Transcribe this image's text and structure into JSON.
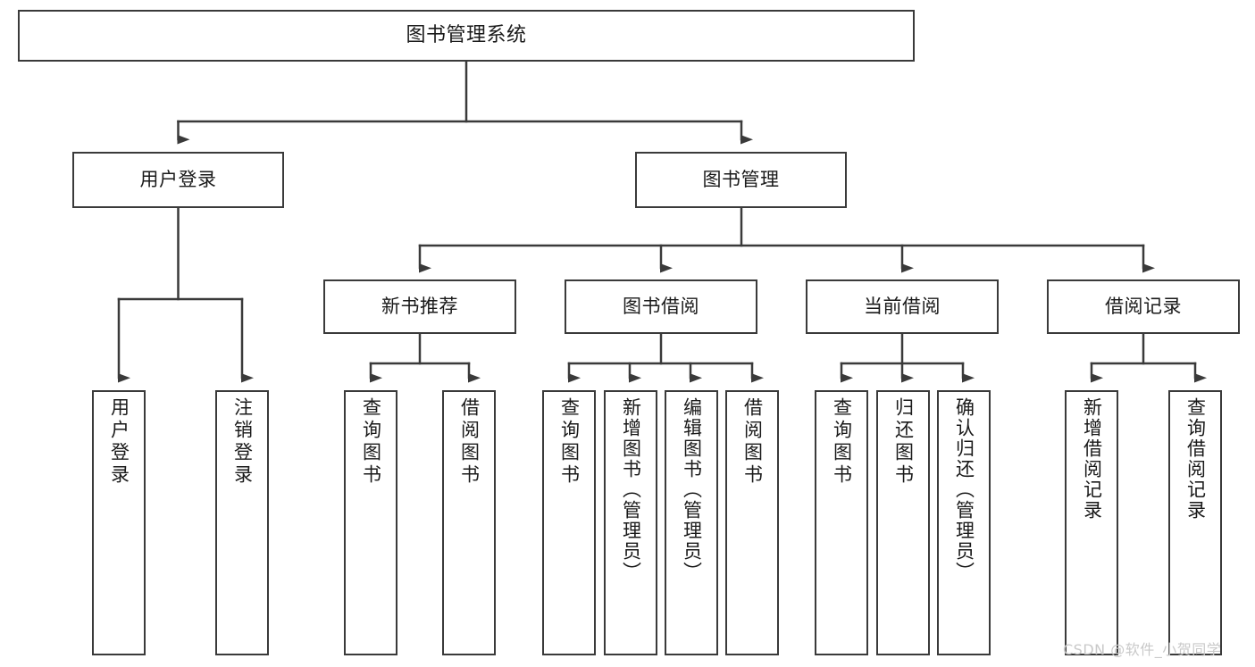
{
  "diagram": {
    "title": "图书管理系统",
    "type": "tree",
    "line_color": "#3a3a3a",
    "background_color": "#ffffff",
    "text_color": "#1a1a1a"
  },
  "watermark": {
    "text": "CSDN @软件_小贺同学",
    "color": "#c9c9c9"
  },
  "nodes": {
    "root": {
      "label": "图书管理系统"
    },
    "level2": [
      {
        "label": "用户登录"
      },
      {
        "label": "图书管理"
      }
    ],
    "level3": [
      {
        "label": "新书推荐"
      },
      {
        "label": "图书借阅"
      },
      {
        "label": "当前借阅"
      },
      {
        "label": "借阅记录"
      }
    ],
    "leaves": {
      "user_login": [
        {
          "label": "用户登录"
        },
        {
          "label": "注销登录"
        }
      ],
      "new_book": [
        {
          "label": "查询图书"
        },
        {
          "label": "借阅图书"
        }
      ],
      "book_borrow": [
        {
          "label": "查询图书"
        },
        {
          "label": "新增图书（管理员）"
        },
        {
          "label": "编辑图书（管理员）"
        },
        {
          "label": "借阅图书"
        }
      ],
      "current_borrow": [
        {
          "label": "查询图书"
        },
        {
          "label": "归还图书"
        },
        {
          "label": "确认归还（管理员）"
        }
      ],
      "borrow_record": [
        {
          "label": "新增借阅记录"
        },
        {
          "label": "查询借阅记录"
        }
      ]
    }
  }
}
